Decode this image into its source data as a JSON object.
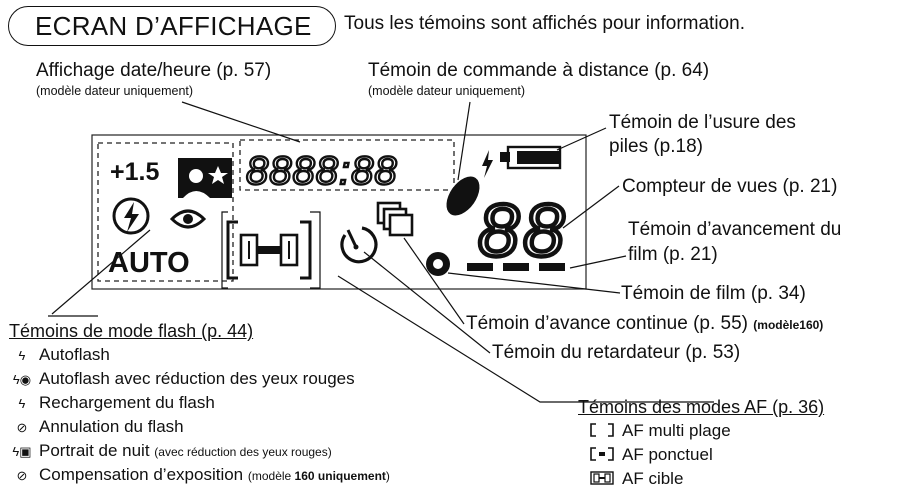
{
  "title": "ECRAN D’AFFICHAGE",
  "intro": "Tous les témoins sont affichés pour information.",
  "callouts": {
    "date_time": "Affichage date/heure (p. 57)",
    "date_time_note": "(modèle dateur uniquement)",
    "remote": "Témoin de commande à distance (p. 64)",
    "remote_note": "(modèle dateur uniquement)",
    "battery_line1": "Témoin de l’usure des",
    "battery_line2": "piles (p.18)",
    "frame_counter": "Compteur de vues (p. 21)",
    "film_advance_line1": "Témoin d’avancement du",
    "film_advance_line2": "film (p. 21)",
    "film": "Témoin de film (p. 34)",
    "continuous": "Témoin d’avance continue (p. 55)",
    "continuous_note": "(modèle160)",
    "self_timer": "Témoin du retardateur (p. 53)"
  },
  "lcd": {
    "exposure_comp": "+1.5",
    "date_digits": "8888:88",
    "counter_digits": "88",
    "auto": "AUTO"
  },
  "flash_modes": {
    "heading": "Témoins de mode flash (p. 44)",
    "items": [
      {
        "icon": "autoflash-icon",
        "label": "Autoflash"
      },
      {
        "icon": "autoflash-redeye-icon",
        "label": "Autoflash avec réduction des yeux rouges"
      },
      {
        "icon": "flash-recharge-icon",
        "label": "Rechargement du flash"
      },
      {
        "icon": "flash-cancel-icon",
        "label": "Annulation du flash"
      },
      {
        "icon": "night-portrait-icon",
        "label": "Portrait de nuit",
        "note": "(avec réduction des yeux rouges)"
      },
      {
        "icon": "exposure-comp-icon",
        "label": "Compensation d’exposition",
        "note_pre": "(modèle ",
        "note_bold": "160 uniquement",
        "note_post": ")"
      }
    ]
  },
  "af_modes": {
    "heading": "Témoins des modes AF (p. 36)",
    "items": [
      {
        "icon": "af-multi-icon",
        "label": "AF multi plage"
      },
      {
        "icon": "af-spot-icon",
        "label": "AF ponctuel"
      },
      {
        "icon": "af-target-icon",
        "label": "AF cible"
      }
    ]
  }
}
